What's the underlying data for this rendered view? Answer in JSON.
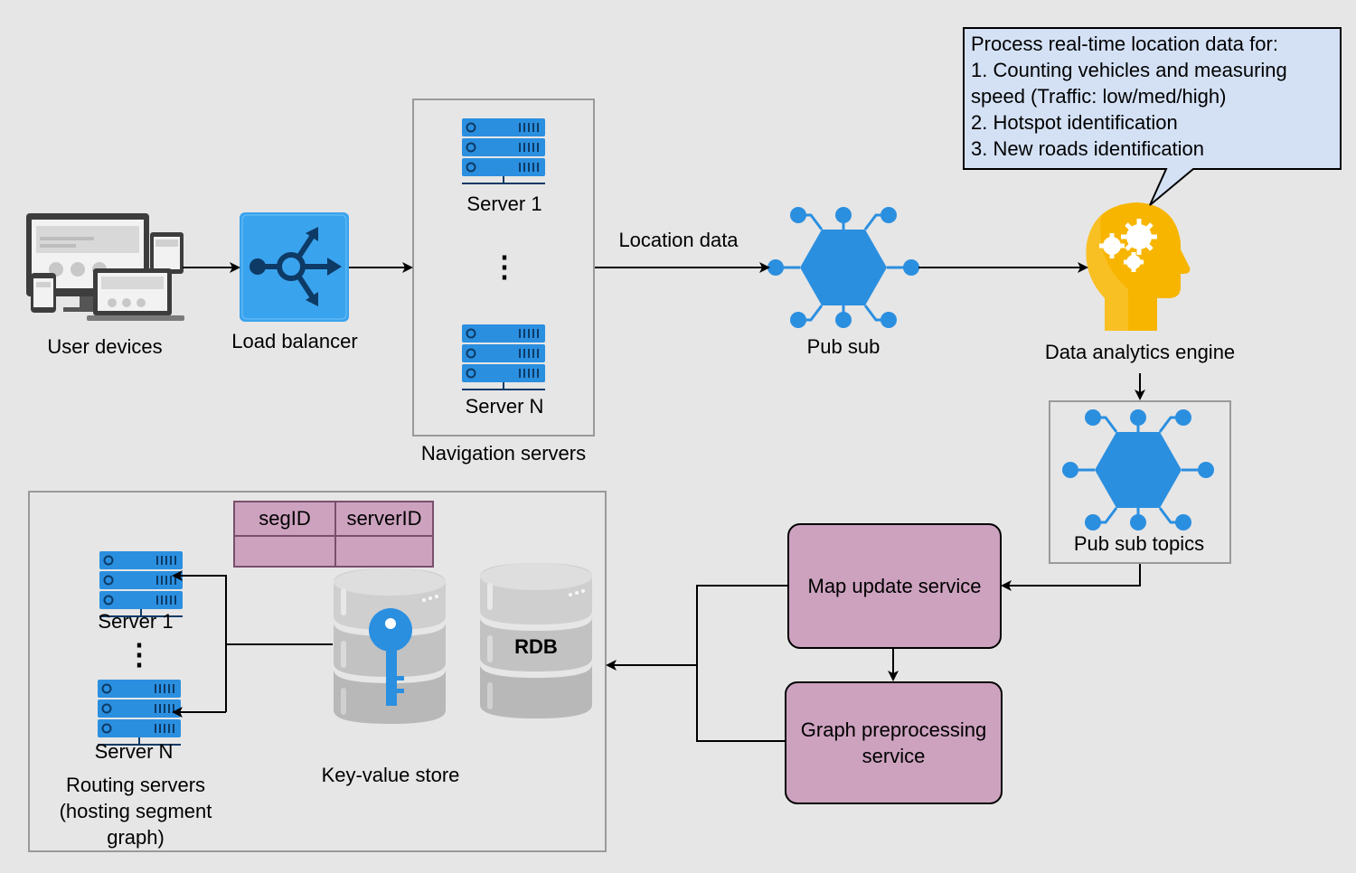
{
  "colors": {
    "background": "#e6e6e6",
    "service_fill": "#cda2bf",
    "callout_fill": "#d4e1f5",
    "server_blue": "#2b8fe0",
    "brain_yellow": "#f7b500",
    "loadbalancer_blue": "#3aa3ee"
  },
  "nodes": {
    "user_devices": "User devices",
    "load_balancer": "Load balancer",
    "nav_server_1": "Server 1",
    "nav_server_n": "Server N",
    "nav_dots": "⋮",
    "navigation_servers": "Navigation servers",
    "location_data": "Location data",
    "pub_sub": "Pub sub",
    "data_analytics_engine": "Data analytics engine",
    "pub_sub_topics": "Pub sub topics",
    "map_update_service": "Map update service",
    "graph_preprocessing_service_line1": "Graph preprocessing",
    "graph_preprocessing_service_line2": "service",
    "route_server_1": "Server 1",
    "route_server_n": "Server N",
    "route_dots": "⋮",
    "routing_servers_line1": "Routing servers",
    "routing_servers_line2": "(hosting segment",
    "routing_servers_line3": "graph)",
    "key_value_store": "Key-value store",
    "rdb": "RDB"
  },
  "kv_table": {
    "headers": [
      "segID",
      "serverID"
    ]
  },
  "callout": {
    "lines": [
      "Process real-time location data for:",
      "1. Counting vehicles and measuring",
      "speed (Traffic: low/med/high)",
      "2. Hotspot identification",
      "3. New roads identification"
    ]
  },
  "icons": {
    "devices": "devices-icon",
    "load_balancer": "load-balancer-icon",
    "server": "server-rack-icon",
    "pubsub": "pubsub-hexagon-icon",
    "brain": "brain-gears-icon",
    "database": "database-icon",
    "key": "key-icon"
  }
}
